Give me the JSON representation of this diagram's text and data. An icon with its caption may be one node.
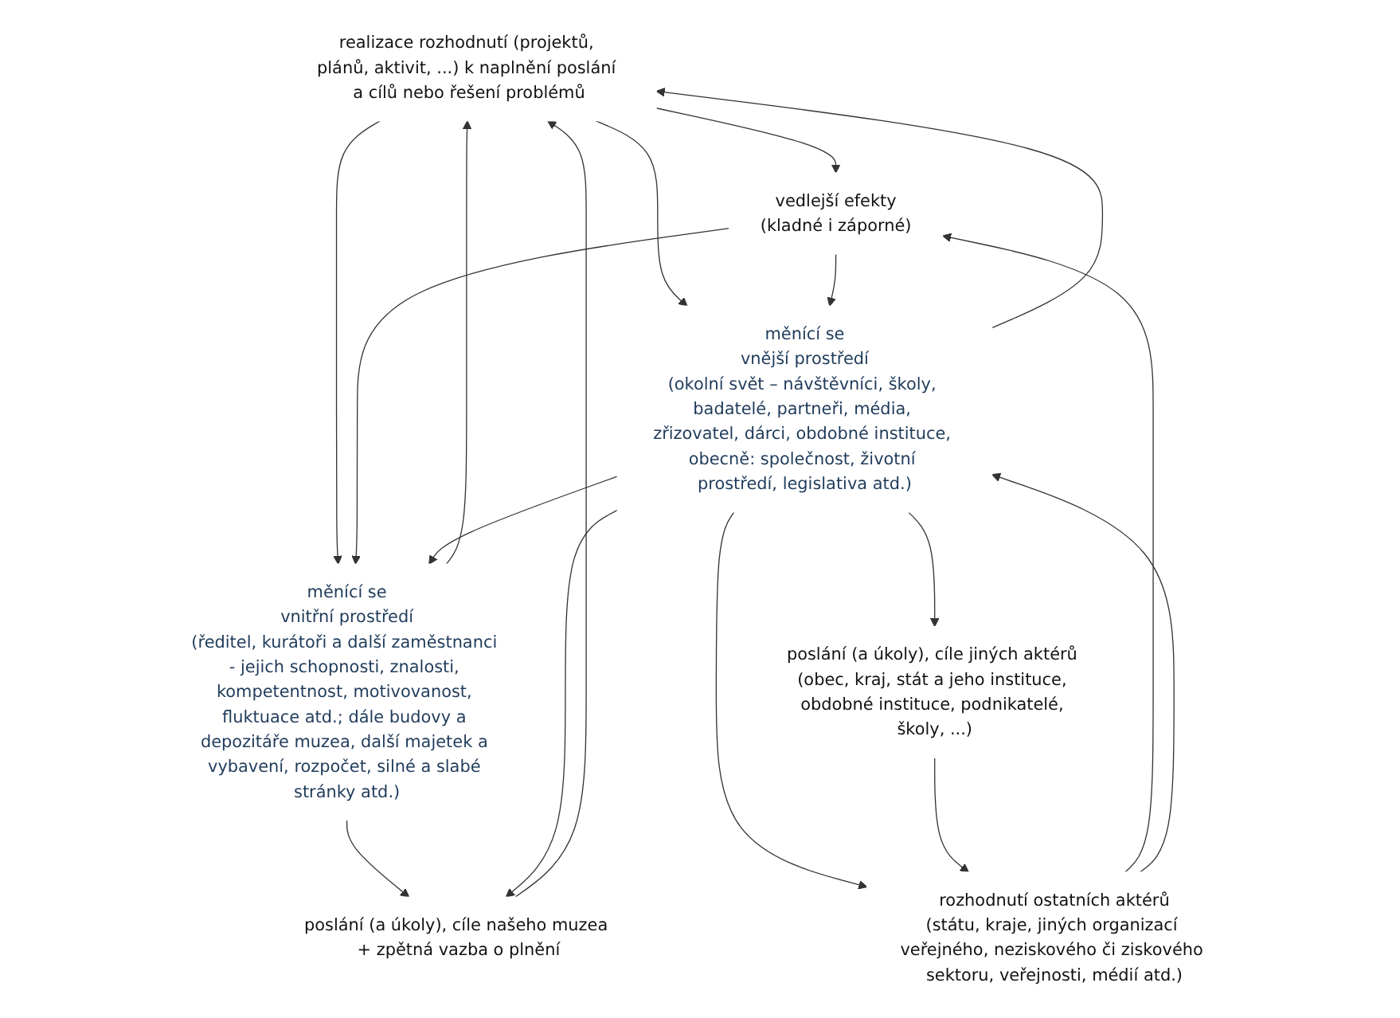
{
  "diagram": {
    "nodes": [
      {
        "text": [
          "realizace rozhodnutí (projektů, plánů, aktivit, ...) k naplnění poslání a cílů nebo řešení problémů"
        ]
      },
      {
        "text": [
          "poslání (a úkoly), cíle našeho muzea + zpětná vazba o plnění"
        ]
      },
      {
        "text": [
          "vedlejší efekty",
          "(kladné i záporné)"
        ]
      },
      {
        "text": [
          "měnící se",
          "vnitřní prostředí",
          "(ředitel, kurátoři a další zaměstnanci - jejich schopnosti, znalosti, kompetentnost, motivovanost, fluktuace atd.; dále budovy a depozitáře muzea, další majetek a vybavení, rozpočet, silné a slabé stránky atd.)"
        ]
      },
      {
        "text": [
          "měnící se",
          "vnější prostředí",
          "(okolní svět – návštěvníci, školy, badatelé, partneři, média, zřizovatel, dárci, obdobné instituce, obecně: společnost, životní prostředí, legislativa atd.)"
        ]
      },
      {
        "text": [
          "poslání (a úkoly), cíle jiných aktérů (obec, kraj, stát a jeho instituce, obdobné instituce, podnikatelé, školy, ...)"
        ]
      },
      {
        "text": [
          "rozhodnutí ostatních aktérů",
          "(státu, kraje, jiných organizací veřejného, neziskového či ziskového sektoru, veřejnosti, médií atd.)"
        ]
      }
    ],
    "edges": [
      {
        "from": 1,
        "to": 0,
        "arrow": "to"
      },
      {
        "from": 0,
        "to": 2,
        "arrow": "to"
      },
      {
        "from": 0,
        "to": 3,
        "arrow": "to"
      },
      {
        "from": 3,
        "to": 0,
        "arrow": "to"
      },
      {
        "from": 3,
        "to": 1,
        "arrow": "to"
      },
      {
        "from": 2,
        "to": 3,
        "arrow": "to"
      },
      {
        "from": 0,
        "to": 4,
        "arrow": "to"
      },
      {
        "from": 2,
        "to": 4,
        "arrow": "to"
      },
      {
        "from": 6,
        "to": 2,
        "arrow": "to"
      },
      {
        "from": 4,
        "to": 0,
        "arrow": "to"
      },
      {
        "from": 4,
        "to": 1,
        "arrow": "to"
      },
      {
        "from": 4,
        "to": 3,
        "arrow": "to"
      },
      {
        "from": 4,
        "to": 5,
        "arrow": "to"
      },
      {
        "from": 4,
        "to": 6,
        "arrow": "to"
      },
      {
        "from": 6,
        "to": 4,
        "arrow": "to"
      },
      {
        "from": 5,
        "to": 6,
        "arrow": "to"
      }
    ]
  }
}
